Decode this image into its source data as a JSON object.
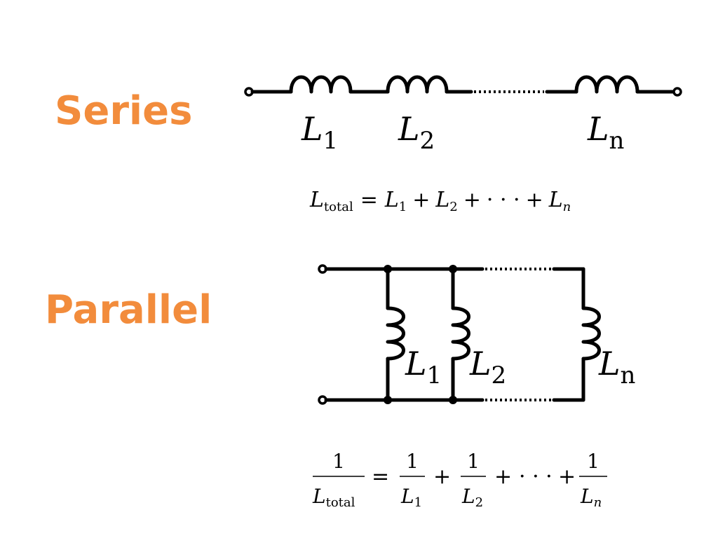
{
  "headings": {
    "series": "Series",
    "parallel": "Parallel"
  },
  "series": {
    "inductors": [
      {
        "symbol": "L",
        "subscript": "1"
      },
      {
        "symbol": "L",
        "subscript": "2"
      },
      {
        "symbol": "L",
        "subscript": "n"
      }
    ],
    "formula": {
      "lhs_symbol": "L",
      "lhs_subscript": "total",
      "equals": "=",
      "terms": [
        {
          "symbol": "L",
          "subscript": "1"
        },
        {
          "symbol": "L",
          "subscript": "2"
        },
        {
          "symbol": "L",
          "subscript": "n"
        }
      ],
      "plus": "+",
      "ellipsis": "· · ·"
    }
  },
  "parallel": {
    "inductors": [
      {
        "symbol": "L",
        "subscript": "1"
      },
      {
        "symbol": "L",
        "subscript": "2"
      },
      {
        "symbol": "L",
        "subscript": "n"
      }
    ],
    "formula": {
      "numerator": "1",
      "lhs_symbol": "L",
      "lhs_subscript": "total",
      "equals": "=",
      "terms": [
        {
          "symbol": "L",
          "subscript": "1"
        },
        {
          "symbol": "L",
          "subscript": "2"
        },
        {
          "symbol": "L",
          "subscript": "n"
        }
      ],
      "plus": "+",
      "ellipsis": "· · ·"
    }
  },
  "colors": {
    "heading": "#f28c3c",
    "ink": "#000000",
    "background": "#ffffff"
  }
}
